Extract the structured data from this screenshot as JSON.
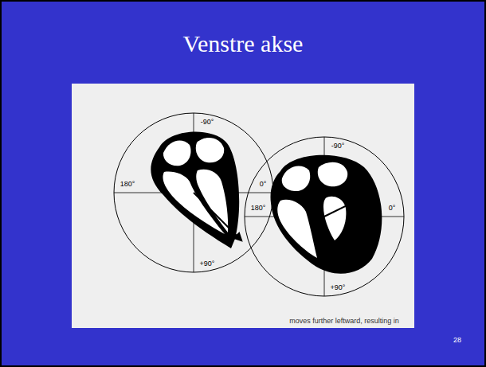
{
  "diagram": {
    "title": "Venstre akse",
    "labels": [
      "-90°",
      "180°",
      "0°",
      "+90°",
      "-90°",
      "180°",
      "0°",
      "+90°",
      "moves further leftward, resulting in",
      "28"
    ]
  }
}
